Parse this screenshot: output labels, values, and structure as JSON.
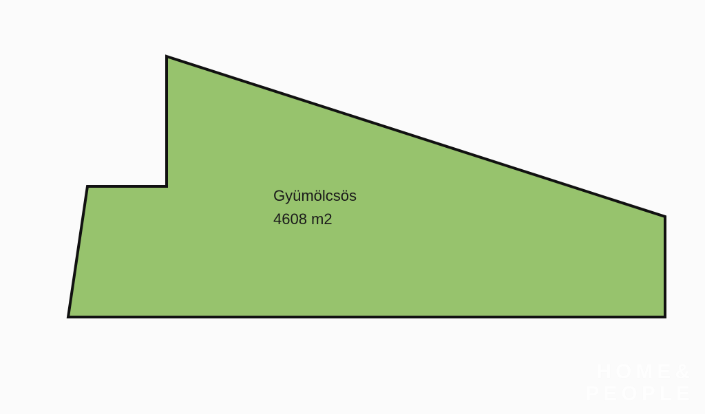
{
  "parcel": {
    "name": "Gyümölcsös",
    "area": "4608 m2",
    "fill_color": "#97c36d",
    "stroke_color": "#111111"
  },
  "watermark": {
    "line1": "HOME&",
    "line2": "PEOPLE"
  }
}
